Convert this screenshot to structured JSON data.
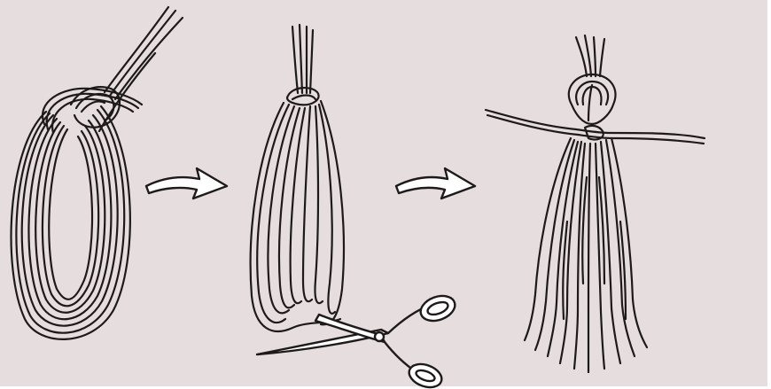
{
  "diagram": {
    "background_color": "#e6dede",
    "ink_color": "#1e1a1a",
    "panels": [
      {
        "id": "coiled-yarn",
        "icon": "yarn-coil-icon"
      },
      {
        "id": "tied-and-cut",
        "icon": "scissors-icon"
      },
      {
        "id": "finished-tassel",
        "icon": "tassel-icon"
      }
    ],
    "arrows": [
      {
        "from": "coiled-yarn",
        "to": "tied-and-cut",
        "icon": "arrow-right-icon"
      },
      {
        "from": "tied-and-cut",
        "to": "finished-tassel",
        "icon": "arrow-right-icon"
      }
    ]
  }
}
